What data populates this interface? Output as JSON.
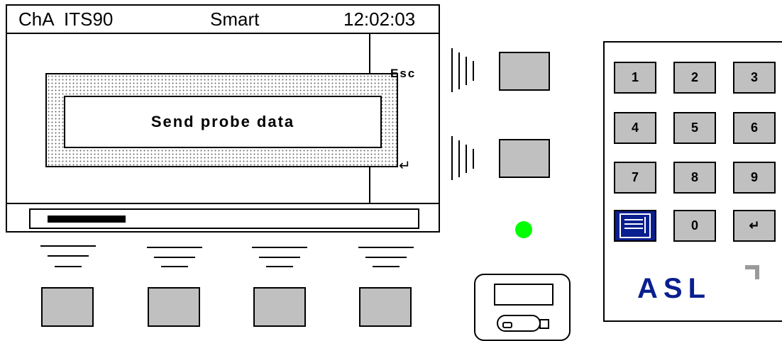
{
  "header": {
    "channel": "ChA",
    "scale": "ITS90",
    "mode": "Smart",
    "time": "12:02:03"
  },
  "side_labels": {
    "esc": "Esc",
    "enter": "↵"
  },
  "dialog": {
    "message": "Send probe data"
  },
  "progress": {
    "fraction": 0.22
  },
  "keypad": {
    "keys": [
      "1",
      "2",
      "3",
      "4",
      "5",
      "6",
      "7",
      "8",
      "9",
      "menu",
      "0",
      "↵"
    ],
    "menu_icon": "menu-list-icon"
  },
  "indicators": {
    "led_color": "#00ff00",
    "accent": "#0a1f8f"
  },
  "logo": {
    "text": "ASL"
  }
}
